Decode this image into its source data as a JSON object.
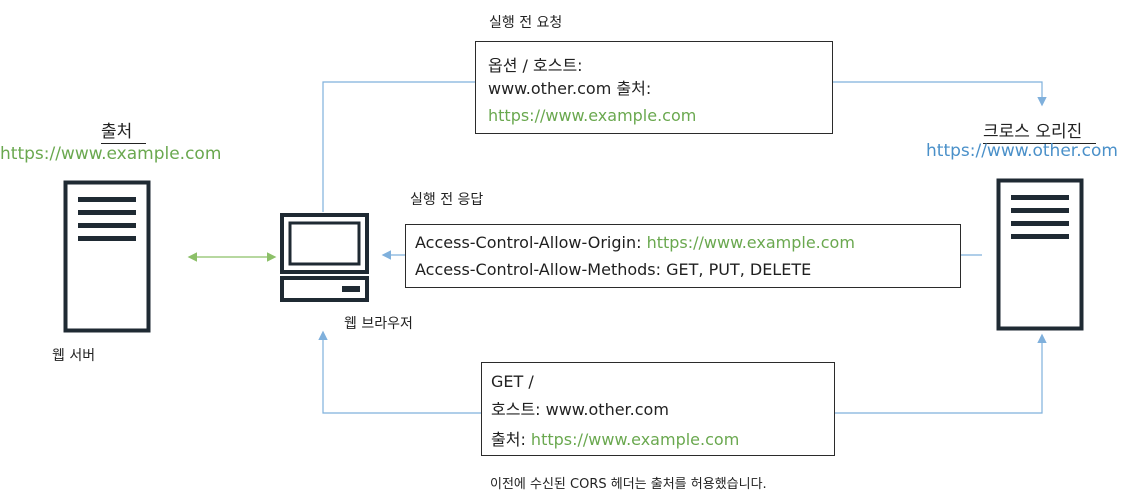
{
  "web_server": {
    "heading": "출처",
    "url": "https://www.example.com",
    "caption": "웹 서버"
  },
  "browser": {
    "caption": "웹 브라우저"
  },
  "cross_origin": {
    "heading": "크로스 오리진",
    "url": "https://www.other.com"
  },
  "preflight_request": {
    "title": "실행 전 요청",
    "line1": "옵션 / 호스트:",
    "line2": "www.other.com 출처:",
    "line3": "https://www.example.com"
  },
  "preflight_response": {
    "title": "실행 전 응답",
    "line1_key": "Access-Control-Allow-Origin: ",
    "line1_value": "https://www.example.com",
    "line2": "Access-Control-Allow-Methods: GET, PUT, DELETE"
  },
  "actual_request": {
    "line1": "GET /",
    "line2": "호스트: www.other.com",
    "line3_key": "출처: ",
    "line3_value": "https://www.example.com",
    "footnote": "이전에 수신된 CORS 헤더는 출처를 허용했습니다."
  },
  "colors": {
    "origin_green": "#6aa84f",
    "cross_blue": "#4a90c9",
    "stroke": "#2b2b2b",
    "arrow_blue": "#7fb0dc",
    "arrow_green": "#8cc068"
  }
}
